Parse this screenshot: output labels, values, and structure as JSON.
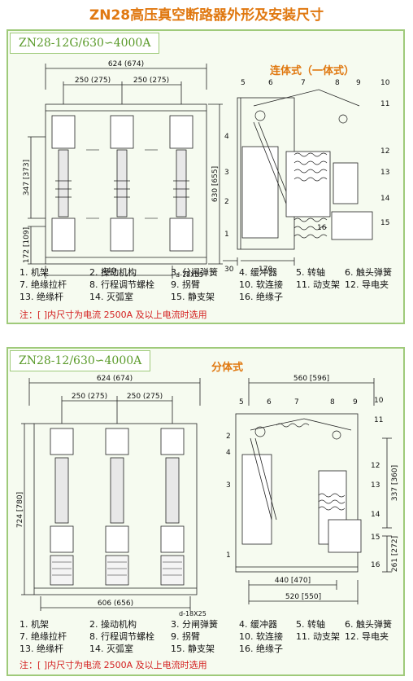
{
  "page": {
    "title": "ZN28高压真空断路器外形及安装尺寸"
  },
  "section1": {
    "model": "ZN28-12G/630∽4000A",
    "type_label": "连体式（一体式）",
    "dims": {
      "overall_width": "624 (674)",
      "pole_spacing_1": "250 (275)",
      "pole_spacing_2": "250 (275)",
      "height_total": "630 [655]",
      "height_upper": "347 [373]",
      "height_lower": "172 [109]",
      "base_width": "440",
      "mount_holes": "d-18X25",
      "offset_30": "30",
      "side_depth": "170"
    },
    "callouts": [
      "1",
      "2",
      "3",
      "4",
      "5",
      "6",
      "7",
      "8",
      "9",
      "10",
      "11",
      "12",
      "13",
      "14",
      "15",
      "16"
    ],
    "legend": [
      [
        "1. 机架",
        "2. 操动机构",
        "3. 分闸弹簧",
        "4. 缓冲器",
        "5. 转轴",
        "6. 触头弹簧"
      ],
      [
        "7. 绝缘拉杆",
        "8. 行程调节螺栓",
        "9. 拐臂",
        "10. 软连接",
        "11. 动支架",
        "12. 导电夹"
      ],
      [
        "13. 绝缘杆",
        "14. 灭弧室",
        "15. 静支架",
        "16. 绝缘子"
      ]
    ],
    "note": "注：[ ]内尺寸为电流 2500A 及以上电流时选用"
  },
  "section2": {
    "model": "ZN28-12/630∽4000A",
    "type_label": "分体式",
    "dims": {
      "overall_width": "624 (674)",
      "pole_spacing_1": "250 (275)",
      "pole_spacing_2": "250 (275)",
      "height_total": "724 [780]",
      "base_width": "606 (656)",
      "mount_holes": "d-18X25",
      "side_top": "560 [596]",
      "side_height": "337 [360]",
      "side_lower": "261 [272]",
      "side_base1": "440 [470]",
      "side_base2": "520 [550]"
    },
    "callouts": [
      "1",
      "2",
      "3",
      "4",
      "5",
      "6",
      "7",
      "8",
      "9",
      "10",
      "11",
      "12",
      "13",
      "14",
      "15",
      "16"
    ],
    "legend": [
      [
        "1. 机架",
        "2. 操动机构",
        "3. 分闸弹簧",
        "4. 缓冲器",
        "5. 转轴",
        "6. 触头弹簧"
      ],
      [
        "7. 绝缘拉杆",
        "8. 行程调节螺栓",
        "9. 拐臂",
        "10. 软连接",
        "11. 动支架",
        "12. 导电夹"
      ],
      [
        "13. 绝缘杆",
        "14. 灭弧室",
        "15. 静支架",
        "16. 绝缘子"
      ]
    ],
    "note": "注：[ ]内尺寸为电流 2500A 及以上电流时选用"
  }
}
